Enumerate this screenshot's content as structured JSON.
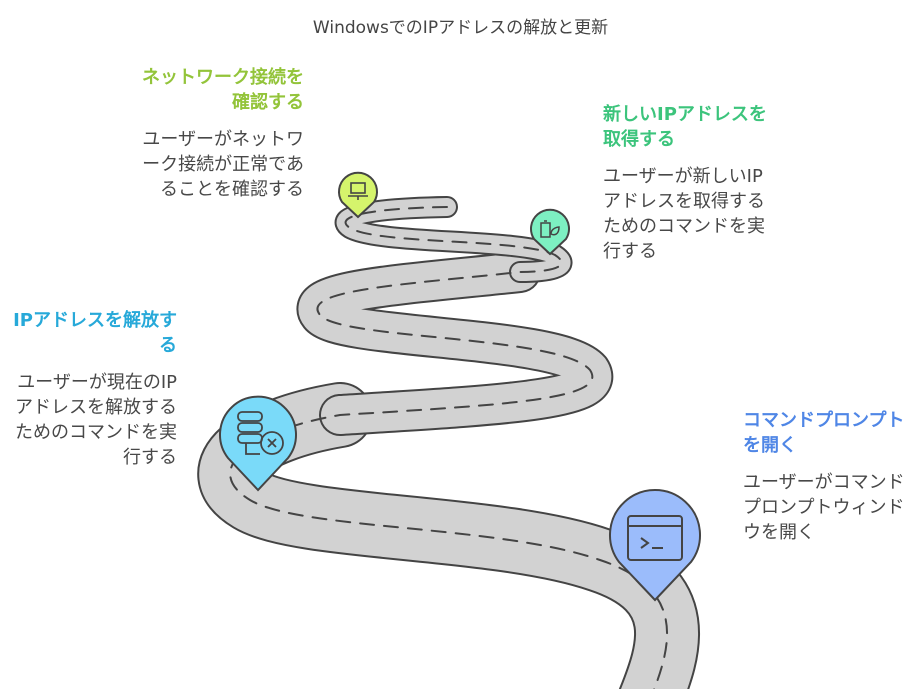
{
  "title": "WindowsでのIPアドレスの解放と更新",
  "steps": [
    {
      "id": "check",
      "heading": [
        "ネットワーク接続を",
        "確認する"
      ],
      "body": [
        "ユーザーがネットワ",
        "ーク接続が正常であ",
        "ることを確認する"
      ],
      "color": "#93c43a",
      "pin_color": "#d5f46c",
      "icon": "laptop-icon"
    },
    {
      "id": "obtain",
      "heading": [
        "新しいIPアドレスを",
        "取得する"
      ],
      "body": [
        "ユーザーが新しいIP",
        "アドレスを取得する",
        "ためのコマンドを実",
        "行する"
      ],
      "color": "#3cc47c",
      "pin_color": "#7df0c2",
      "icon": "battery-leaf-icon"
    },
    {
      "id": "release",
      "heading": [
        "IPアドレスを解放す",
        "る"
      ],
      "body": [
        "ユーザーが現在のIP",
        "アドレスを解放する",
        "ためのコマンドを実",
        "行する"
      ],
      "color": "#27a9d9",
      "pin_color": "#7adaf9",
      "icon": "server-x-icon"
    },
    {
      "id": "open",
      "heading": [
        "コマンドプロンプト",
        "を開く"
      ],
      "body": [
        "ユーザーがコマンド",
        "プロンプトウィンド",
        "ウを開く"
      ],
      "color": "#4f86e6",
      "pin_color": "#9bbcfb",
      "icon": "terminal-window-icon"
    }
  ]
}
